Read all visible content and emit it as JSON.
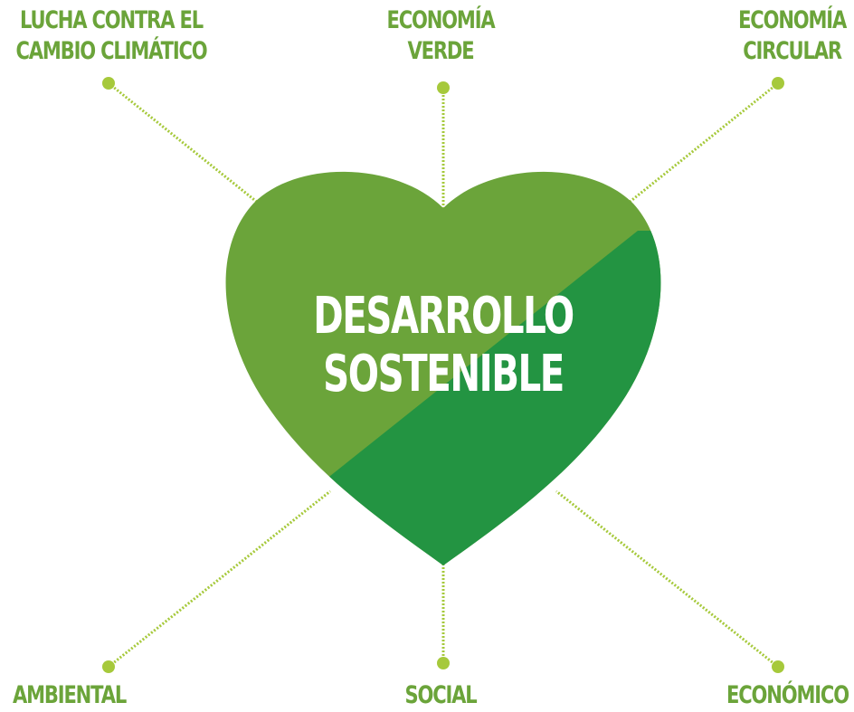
{
  "center": {
    "line1": "DESARROLLO",
    "line2": "SOSTENIBLE"
  },
  "nodes": {
    "top_left": {
      "line1": "LUCHA CONTRA EL",
      "line2": "CAMBIO CLIMÁTICO"
    },
    "top_center": {
      "line1": "ECONOMÍA",
      "line2": "VERDE"
    },
    "top_right": {
      "line1": "ECONOMÍA",
      "line2": "CIRCULAR"
    },
    "bottom_left": {
      "line1": "AMBIENTAL"
    },
    "bottom_center": {
      "line1": "SOCIAL"
    },
    "bottom_right": {
      "line1": "ECONÓMICO"
    }
  },
  "colors": {
    "heart_light": "#6ba43a",
    "heart_dark": "#239442",
    "connector": "#a6c93b",
    "label": "#6ba43a",
    "center_text": "#ffffff"
  },
  "icons": {
    "center": "heart-icon"
  }
}
